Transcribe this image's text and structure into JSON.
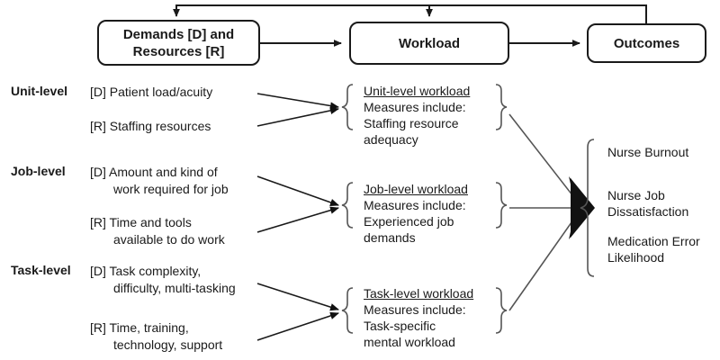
{
  "top_row": {
    "boxes": [
      {
        "name": "demands-resources",
        "line1": "Demands [D] and",
        "line2": "Resources [R]"
      },
      {
        "name": "workload",
        "line1": "Workload",
        "line2": ""
      },
      {
        "name": "outcomes",
        "line1": "Outcomes",
        "line2": ""
      }
    ]
  },
  "levels": [
    {
      "label": "Unit-level",
      "factors": [
        {
          "tag": "[D]",
          "line1": "Patient load/acuity",
          "line2": ""
        },
        {
          "tag": "[R]",
          "line1": "Staffing resources",
          "line2": ""
        }
      ],
      "workload": {
        "heading": "Unit-level workload",
        "line2": "Measures include:",
        "line3": "Staffing resource",
        "line4": "adequacy"
      }
    },
    {
      "label": "Job-level",
      "factors": [
        {
          "tag": "[D]",
          "line1": "Amount and kind of",
          "line2": "work required for job"
        },
        {
          "tag": "[R]",
          "line1": "Time and tools",
          "line2": "available to do work"
        }
      ],
      "workload": {
        "heading": "Job-level workload",
        "line2": "Measures include:",
        "line3": "Experienced job",
        "line4": "demands"
      }
    },
    {
      "label": "Task-level",
      "factors": [
        {
          "tag": "[D]",
          "line1": "Task complexity,",
          "line2": "difficulty, multi-tasking"
        },
        {
          "tag": "[R]",
          "line1": "Time, training,",
          "line2": "technology, support"
        }
      ],
      "workload": {
        "heading": "Task-level workload",
        "line2": "Measures include:",
        "line3": "Task-specific",
        "line4": "mental workload"
      }
    }
  ],
  "outcomes": [
    {
      "line1": "Nurse Burnout",
      "line2": ""
    },
    {
      "line1": "Nurse Job",
      "line2": "Dissatisfaction"
    },
    {
      "line1": "Medication Error",
      "line2": "Likelihood"
    }
  ],
  "colors": {
    "stroke": "#1a1a1a",
    "thin_stroke": "#555555",
    "background": "#ffffff"
  }
}
